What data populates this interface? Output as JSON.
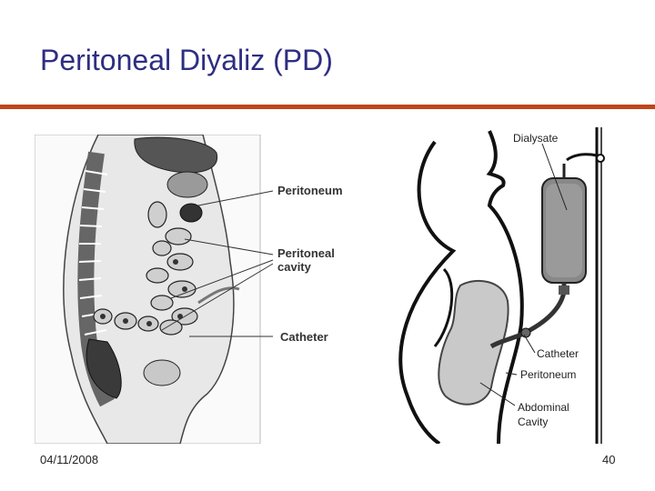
{
  "slide": {
    "title": "Peritoneal Diyaliz (PD)",
    "date": "04/11/2008",
    "page_number": "40"
  },
  "left_figure": {
    "labels": {
      "peritoneum": "Peritoneum",
      "peritoneal_cavity_line1": "Peritoneal",
      "peritoneal_cavity_line2": "cavity",
      "catheter": "Catheter"
    }
  },
  "right_figure": {
    "labels": {
      "dialysate": "Dialysate",
      "catheter": "Catheter",
      "peritoneum": "Peritoneum",
      "abdominal_line1": "Abdominal",
      "abdominal_line2": "Cavity"
    }
  },
  "colors": {
    "title": "#2e2e82",
    "rule": "#c0451b"
  }
}
